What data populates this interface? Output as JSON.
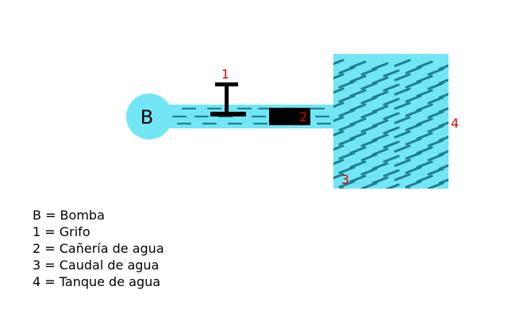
{
  "colors": {
    "water": "#73e6f5",
    "water_dash": "#1f7f90",
    "outline": "#000000",
    "marker_text": "#e00000",
    "legend_text": "#000000"
  },
  "pump": {
    "label": "B"
  },
  "markers": {
    "tap": "1",
    "pipe": "2",
    "flow": "3",
    "tank": "4"
  },
  "legend": [
    "B = Bomba",
    "1 = Grifo",
    "2 = Cañería de agua",
    "3 = Caudal de agua",
    "4 = Tanque de agua"
  ]
}
